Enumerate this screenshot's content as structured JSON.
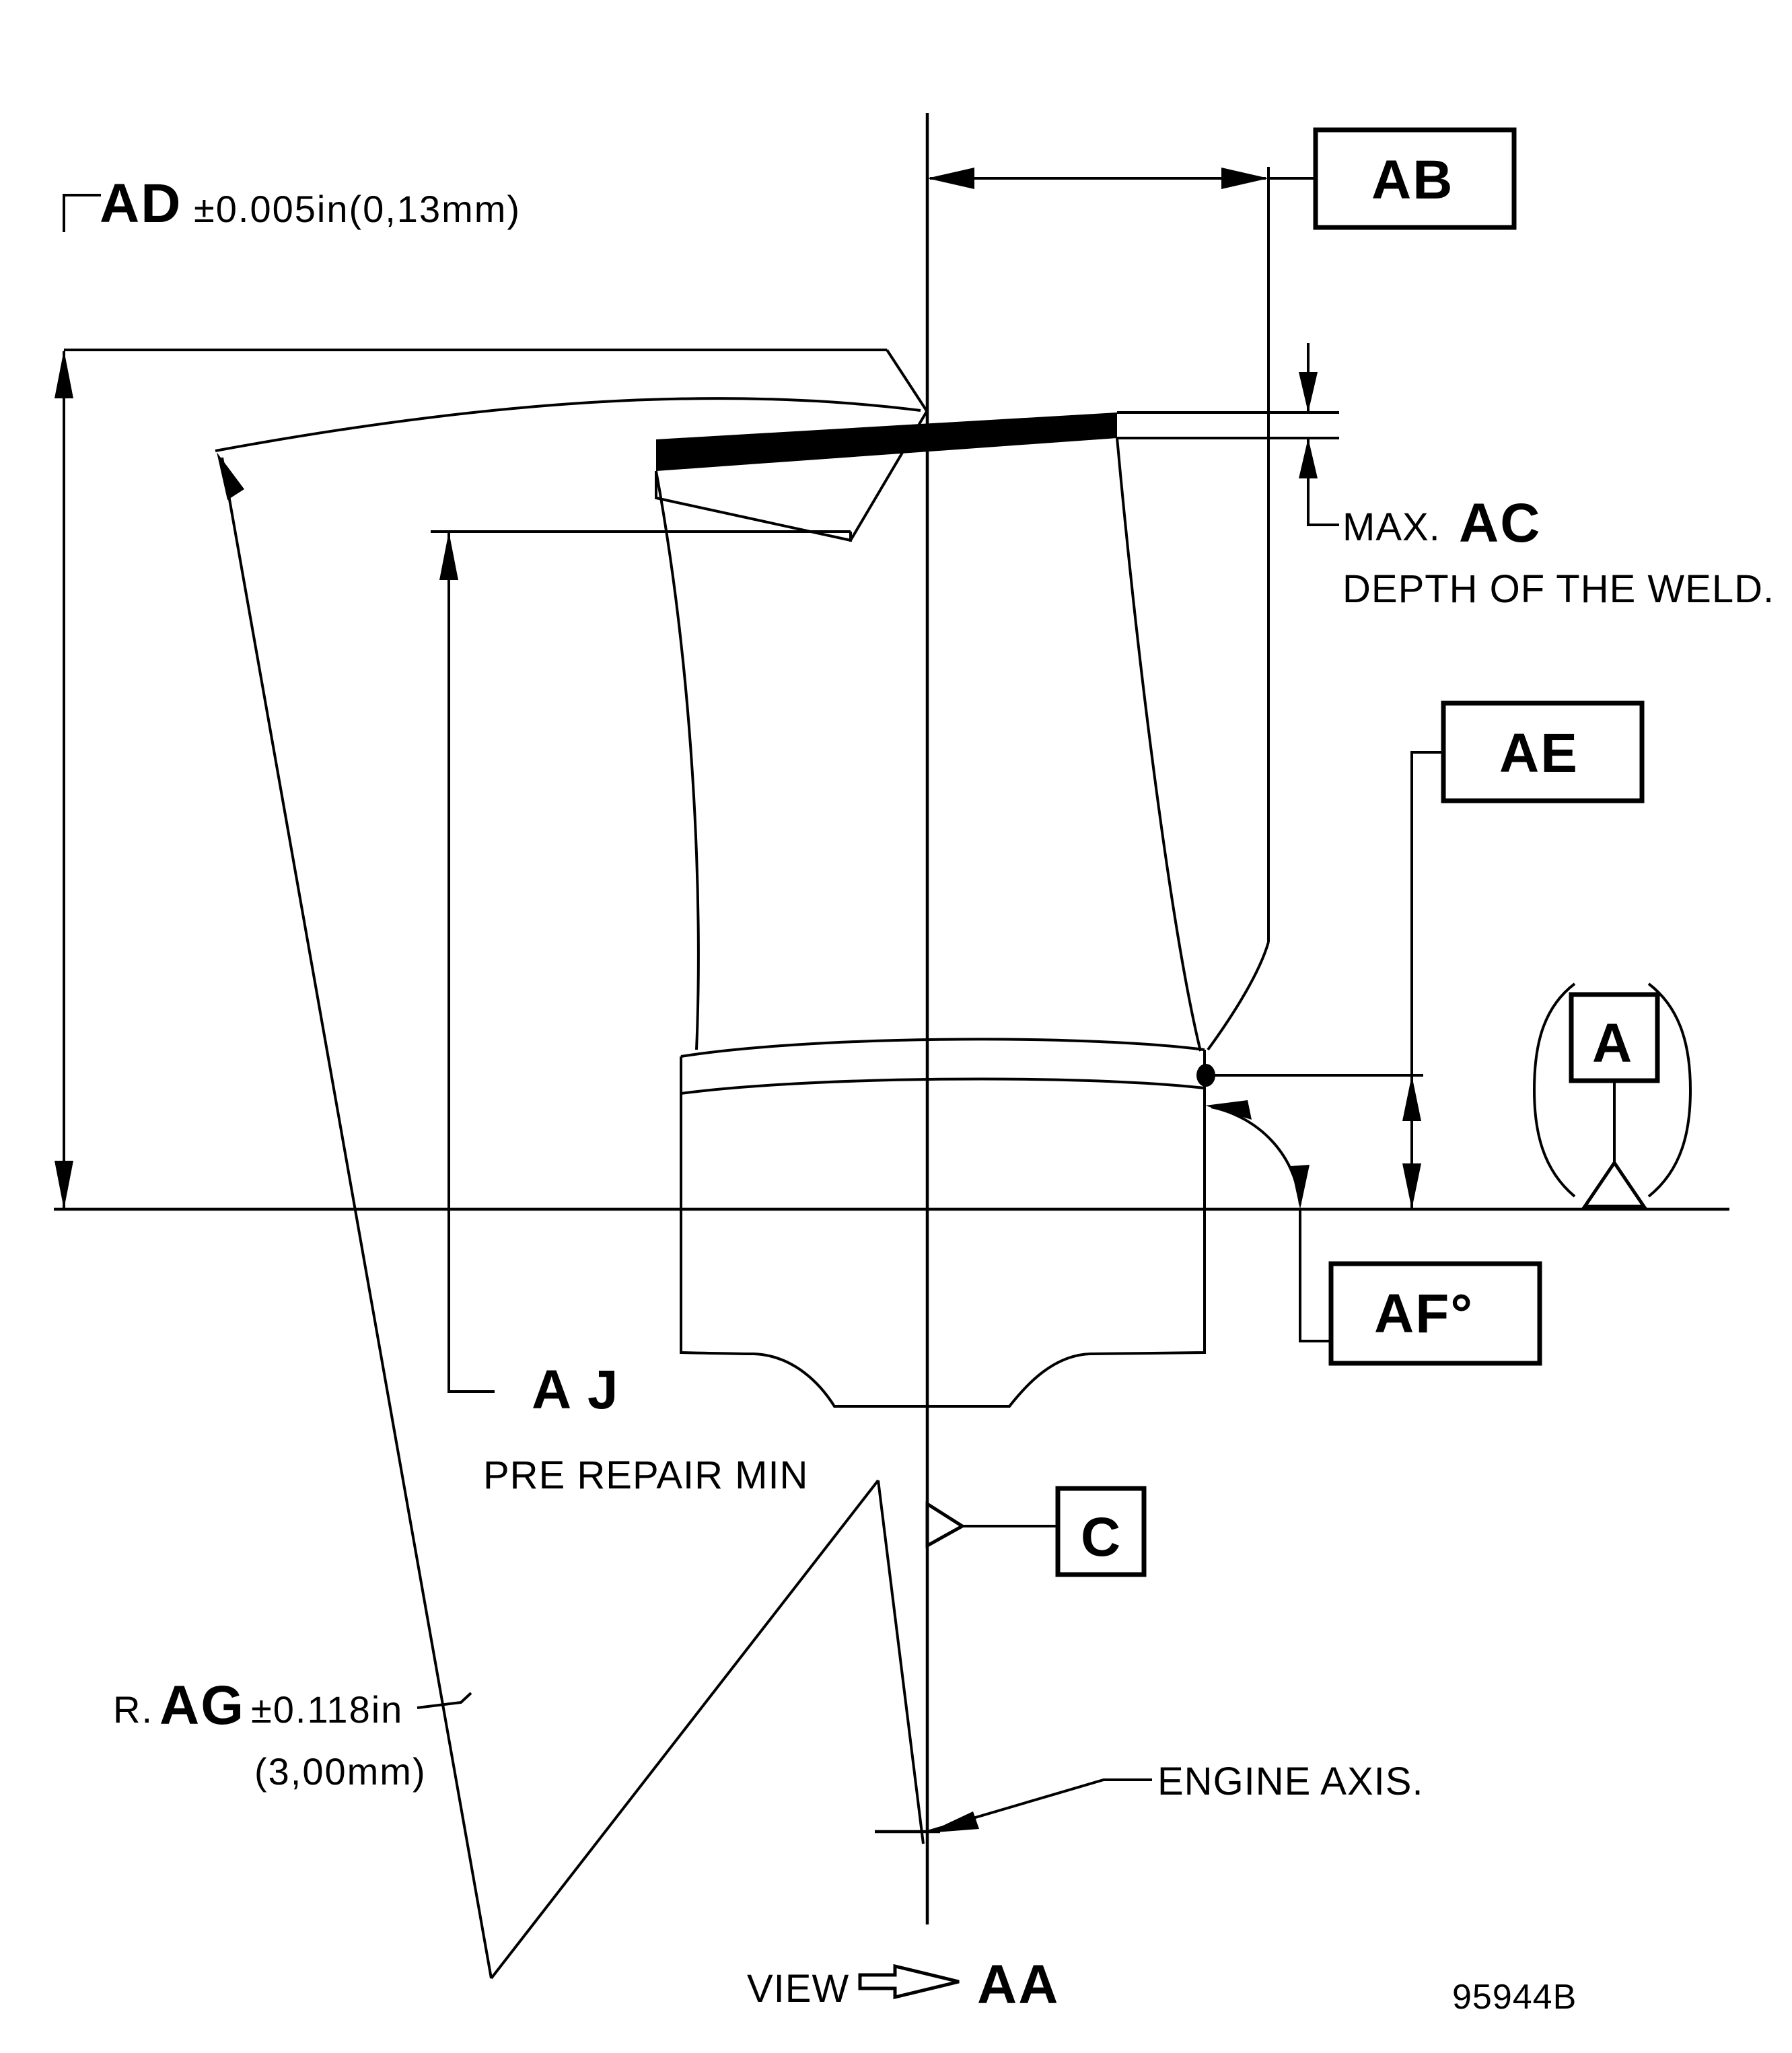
{
  "drawing": {
    "number": "95944B",
    "view_label": {
      "prefix": "VIEW",
      "arrow_icon": "view-direction-arrow",
      "name": "AA"
    }
  },
  "callouts": {
    "ab": {
      "label": "AB",
      "name": "blade-tip-width-dimension"
    },
    "ac": {
      "prefix": "MAX.",
      "label": "AC",
      "note": "DEPTH OF THE WELD."
    },
    "ad": {
      "label": "AD",
      "tolerance": "±0.005in(0,13mm)"
    },
    "ae": {
      "label": "AE",
      "name": "platform-height-dimension"
    },
    "af": {
      "label": "AF°",
      "name": "fillet-angle-dimension"
    },
    "ag": {
      "prefix": "R.",
      "label": "AG",
      "tolerance": "±0.118in",
      "metric": "(3,00mm)"
    },
    "aj": {
      "label": "A J",
      "note": "PRE REPAIR MIN"
    }
  },
  "datums": {
    "a": {
      "letter": "A",
      "style": "basic-dimension-parentheses"
    },
    "c": {
      "letter": "C",
      "style": "datum-feature-triangle"
    }
  },
  "annotations": {
    "engine_axis": "ENGINE AXIS."
  },
  "colors": {
    "line": "#000000",
    "background": "#ffffff",
    "weld": "#000000"
  }
}
